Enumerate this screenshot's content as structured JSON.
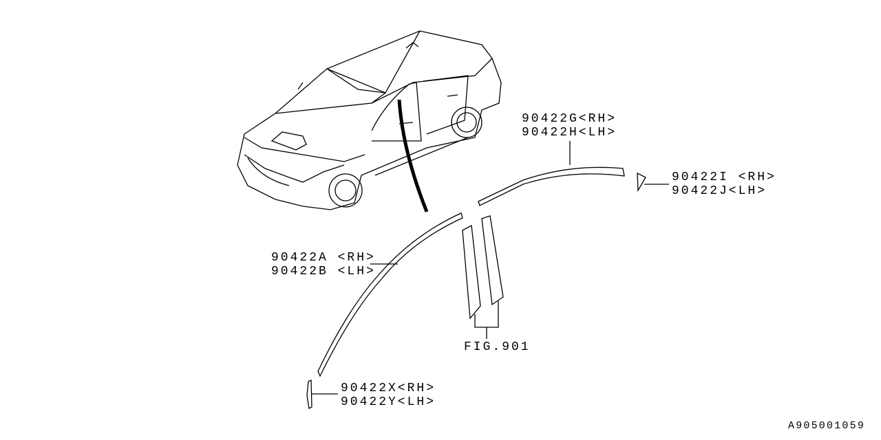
{
  "diagram_id": "A905001059",
  "callouts": [
    {
      "rh": "90422G<RH>",
      "lh": "90422H<LH>"
    },
    {
      "rh": "90422I <RH>",
      "lh": "90422J<LH>"
    },
    {
      "rh": "90422A <RH>",
      "lh": "90422B <LH>"
    },
    {
      "rh": "90422X<RH>",
      "lh": "90422Y<LH>"
    }
  ],
  "fig_ref": "FIG.901",
  "colors": {
    "line": "#000000",
    "background": "#ffffff"
  }
}
